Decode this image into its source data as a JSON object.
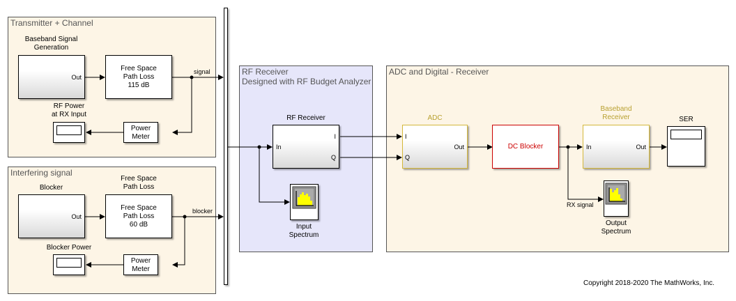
{
  "areas": {
    "transmitter": "Transmitter + Channel",
    "interferer": "Interfering signal",
    "rf_receiver": "RF Receiver\nDesigned with RF Budget Analyzer",
    "adc_digital": "ADC and Digital - Receiver"
  },
  "blocks": {
    "baseband_gen": {
      "label": "Baseband Signal\nGeneration",
      "port_out": "Out"
    },
    "fspl_tx": {
      "text": "Free Space\nPath Loss\n115 dB"
    },
    "rf_power_display": {
      "label": "RF Power\nat RX Input"
    },
    "power_meter_tx": {
      "text": "Power\nMeter"
    },
    "blocker": {
      "label": "Blocker",
      "port_out": "Out"
    },
    "fspl_blk": {
      "label": "Free Space\nPath Loss",
      "text": "Free Space\nPath Loss\n60 dB"
    },
    "blocker_power_display": {
      "label": "Blocker Power"
    },
    "power_meter_blk": {
      "text": "Power\nMeter"
    },
    "rf_receiver": {
      "label": "RF Receiver",
      "port_in": "In",
      "port_i": "I",
      "port_q": "Q"
    },
    "input_spectrum": {
      "label": "Input\nSpectrum"
    },
    "adc": {
      "label": "ADC",
      "port_i": "I",
      "port_q": "Q",
      "port_out": "Out"
    },
    "dc_blocker": {
      "text": "DC Blocker"
    },
    "baseband_rx": {
      "label": "Baseband\nReceiver",
      "port_in": "In",
      "port_out": "Out"
    },
    "ser": {
      "label": "SER"
    },
    "output_spectrum": {
      "label": "Output\nSpectrum"
    }
  },
  "signals": {
    "signal": "signal",
    "blocker": "blocker",
    "rx_signal": "RX signal"
  },
  "colors": {
    "area_tan": "#fdf5e6",
    "area_blue": "#e6e6fa",
    "gold": "#d4b83a",
    "red": "#cc0000",
    "spectrum_yellow": "#ffff00"
  },
  "copyright": "Copyright 2018-2020 The MathWorks, Inc."
}
